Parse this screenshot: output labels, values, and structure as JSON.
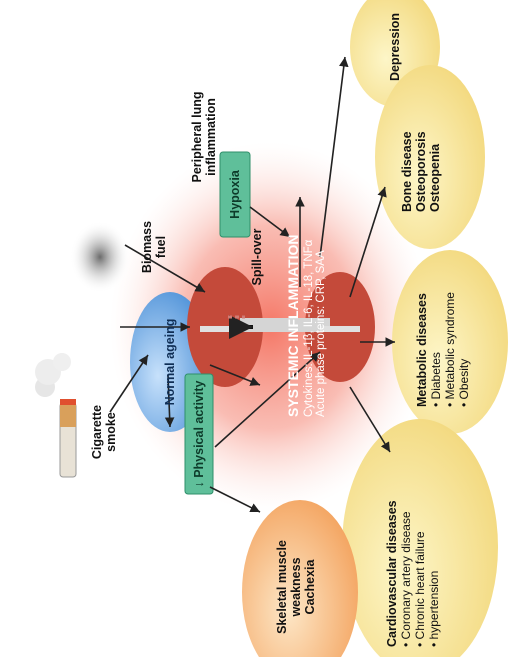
{
  "nodes": {
    "cigarette_smoke": "Cigarette smoke",
    "biomass_fuel": "Biomass fuel",
    "peripheral_lung_inflammation": "Peripheral lung inflammation",
    "hypoxia": "Hypoxia",
    "spill_over": "Spill-over",
    "normal_ageing": "Normal ageing",
    "physical_activity": "↓ Physical activity",
    "systemic_inflammation": {
      "title": "SYSTEMIC INFLAMMATION",
      "line1": "Cytokines: IL-1β, IL-6, IL-18, TNFα",
      "line2": "Acute phase proteins: CRP, SAA"
    },
    "depression": "Depression",
    "bone_disease": {
      "title": "Bone disease",
      "items": [
        "Osteoporosis",
        "Osteopenia"
      ]
    },
    "metabolic_diseases": {
      "title": "Metabolic diseases",
      "items": [
        "Diabetes",
        "Metabolic syndrome",
        "Obesity"
      ]
    },
    "cardiovascular_diseases": {
      "title": "Cardiovascular diseases",
      "items": [
        "Coronary artery disease",
        "Chronic heart failure",
        "hypertension"
      ]
    },
    "skeletal_muscle": {
      "line1": "Skeletal muscle",
      "line2": "weakness",
      "line3": "Cachexia"
    }
  },
  "colors": {
    "yellow_bubble": "#f7e79a",
    "blue_bubble": "#5aa0de",
    "green_box": "#5fbf9a",
    "red_glow": "#f5877a",
    "lung": "#c44a3a"
  }
}
